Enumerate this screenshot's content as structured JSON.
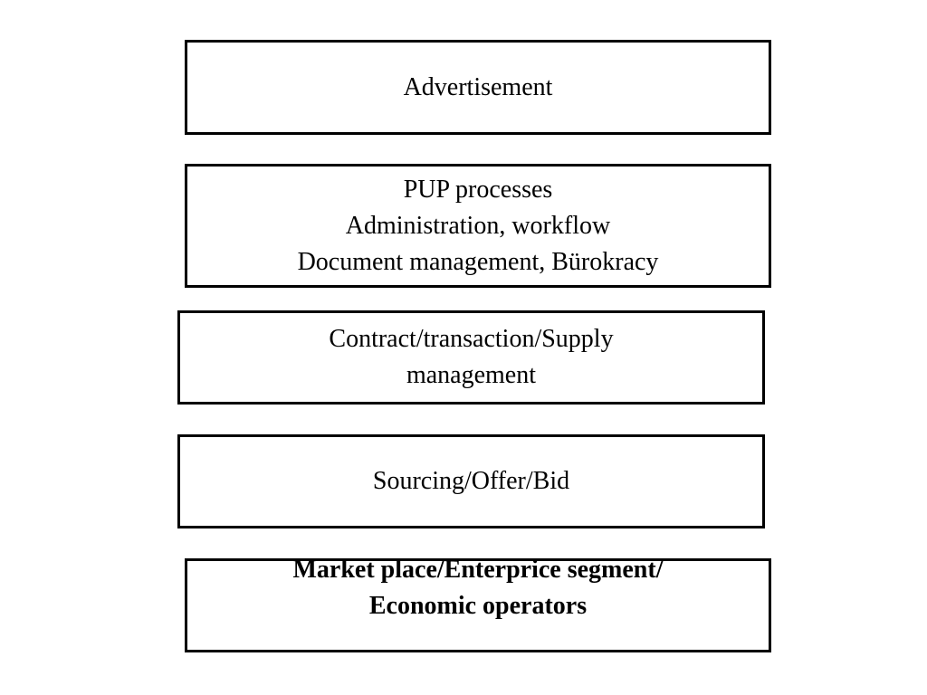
{
  "layers": [
    {
      "id": "advertisement",
      "lines": [
        "Advertisement"
      ]
    },
    {
      "id": "pup",
      "lines": [
        "PUP processes",
        "Administration, workflow",
        "Document management, Bürokracy"
      ]
    },
    {
      "id": "contract",
      "lines": [
        "Contract/transaction/Supply",
        "management"
      ]
    },
    {
      "id": "sourcing",
      "lines": [
        "Sourcing/Offer/Bid"
      ]
    },
    {
      "id": "marketplace",
      "lines": [
        "Market place/Enterprice segment/",
        "Economic operators"
      ]
    }
  ]
}
